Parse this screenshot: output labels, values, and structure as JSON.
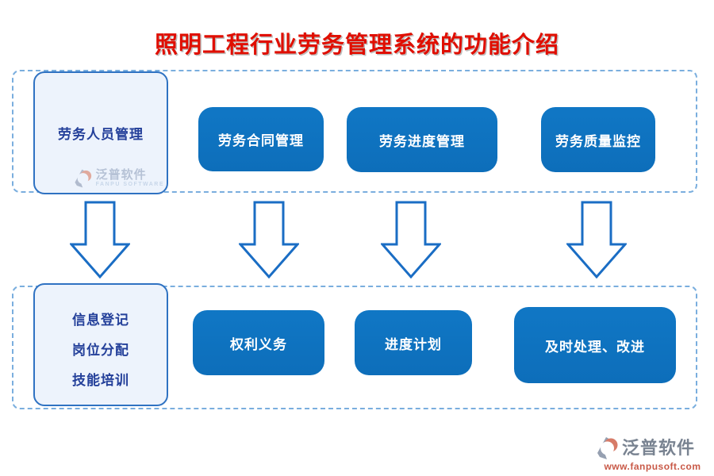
{
  "title": "照明工程行业劳务管理系统的功能介绍",
  "rows": {
    "top": {
      "side_box": {
        "label": "劳务人员管理"
      },
      "boxes": [
        {
          "label": "劳务合同管理"
        },
        {
          "label": "劳务进度管理"
        },
        {
          "label": "劳务质量监控"
        }
      ]
    },
    "bottom": {
      "side_box": {
        "lines": [
          "信息登记",
          "岗位分配",
          "技能培训"
        ]
      },
      "boxes": [
        {
          "label": "权利义务"
        },
        {
          "label": "进度计划"
        },
        {
          "label": "及时处理、改进"
        }
      ]
    }
  },
  "arrows": {
    "count": 4,
    "icon": "down-arrow-icon",
    "stroke_color": "#1a6dc4"
  },
  "watermark": {
    "brand_cn": "泛普软件",
    "brand_en": "FANPU SOFTWARE"
  },
  "footer_logo": {
    "brand_cn": "泛普软件",
    "url": "www.fanpusoft.com"
  },
  "colors": {
    "title_red": "#e00e00",
    "dashed_border": "#7aaede",
    "side_box_bg": "#edf3fc",
    "side_box_border": "#2f72c2",
    "side_box_text": "#24409a",
    "func_box_bg": "#0d6fbc",
    "func_box_text": "#ffffff",
    "logo_gray": "#6e7988",
    "logo_red": "#c44b38"
  }
}
